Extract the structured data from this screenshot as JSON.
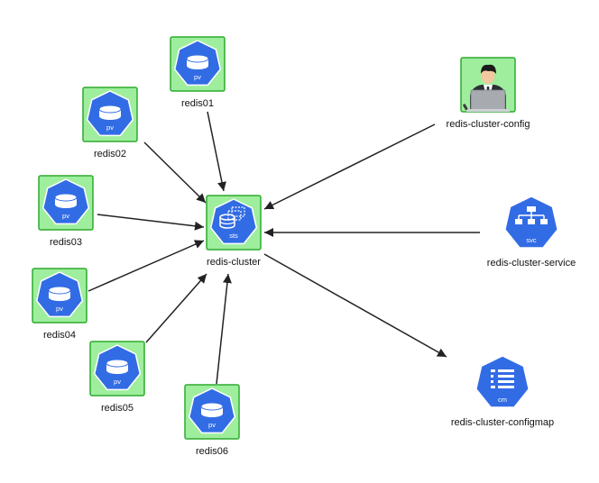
{
  "colors": {
    "node_fill": "#9eee9e",
    "node_border": "#2eaa2e",
    "k8s_blue": "#326ce5",
    "edge": "#222222"
  },
  "nodes": {
    "redis01": {
      "label": "redis01",
      "kind": "pv",
      "icon": "persistent-volume-icon"
    },
    "redis02": {
      "label": "redis02",
      "kind": "pv",
      "icon": "persistent-volume-icon"
    },
    "redis03": {
      "label": "redis03",
      "kind": "pv",
      "icon": "persistent-volume-icon"
    },
    "redis04": {
      "label": "redis04",
      "kind": "pv",
      "icon": "persistent-volume-icon"
    },
    "redis05": {
      "label": "redis05",
      "kind": "pv",
      "icon": "persistent-volume-icon"
    },
    "redis06": {
      "label": "redis06",
      "kind": "pv",
      "icon": "persistent-volume-icon"
    },
    "cluster": {
      "label": "redis-cluster",
      "kind": "sts",
      "icon": "statefulset-icon"
    },
    "config": {
      "label": "redis-cluster-config",
      "icon": "user-at-laptop-icon"
    },
    "service": {
      "label": "redis-cluster-service",
      "kind": "svc",
      "icon": "service-icon"
    },
    "configmap": {
      "label": "redis-cluster-configmap",
      "kind": "cm",
      "icon": "configmap-icon"
    }
  },
  "edges": [
    {
      "from": "redis01",
      "to": "cluster"
    },
    {
      "from": "redis02",
      "to": "cluster"
    },
    {
      "from": "redis03",
      "to": "cluster"
    },
    {
      "from": "redis04",
      "to": "cluster"
    },
    {
      "from": "redis05",
      "to": "cluster"
    },
    {
      "from": "redis06",
      "to": "cluster"
    },
    {
      "from": "config",
      "to": "cluster"
    },
    {
      "from": "service",
      "to": "cluster"
    },
    {
      "from": "cluster",
      "to": "configmap"
    }
  ]
}
